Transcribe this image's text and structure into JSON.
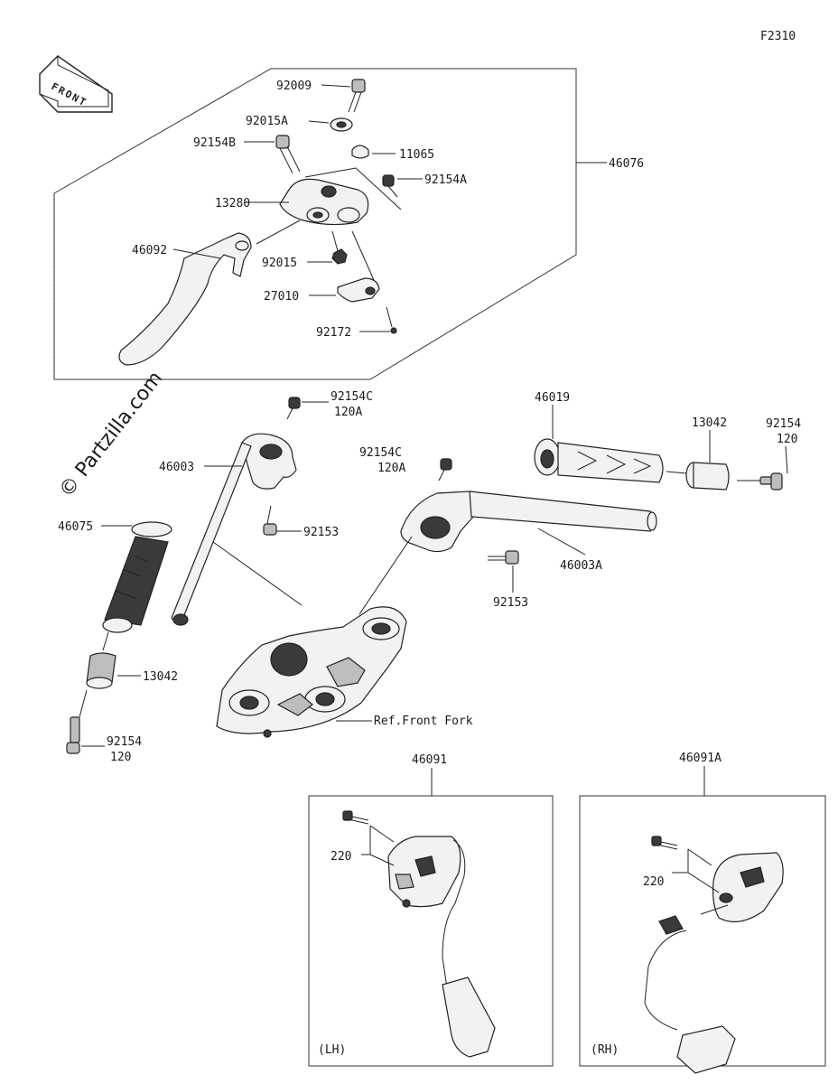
{
  "figure_code": "F2310",
  "watermark": "© Partzilla.com",
  "front_arrow": "FRONT",
  "labels": {
    "p92009": "92009",
    "p92015A": "92015A",
    "p92154B": "92154B",
    "p11065": "11065",
    "p92154A": "92154A",
    "p13280": "13280",
    "p46076": "46076",
    "p46092": "46092",
    "p92015": "92015",
    "p27010": "27010",
    "p92172": "92172",
    "p92154C_l": "92154C",
    "p120A_l": "120A",
    "p46003": "46003",
    "p92153_l": "92153",
    "p92154C_r": "92154C",
    "p120A_r": "120A",
    "p46019": "46019",
    "p13042_r": "13042",
    "p92154_r": "92154",
    "p120_r": "120",
    "p46003A": "46003A",
    "p92153_r": "92153",
    "p46075": "46075",
    "p13042_l": "13042",
    "p92154_l": "92154",
    "p120_l": "120",
    "ref_fork": "Ref.Front Fork",
    "p46091": "46091",
    "p46091A": "46091A",
    "p220_lh": "220",
    "p220_rh": "220",
    "lh": "(LH)",
    "rh": "(RH)"
  }
}
